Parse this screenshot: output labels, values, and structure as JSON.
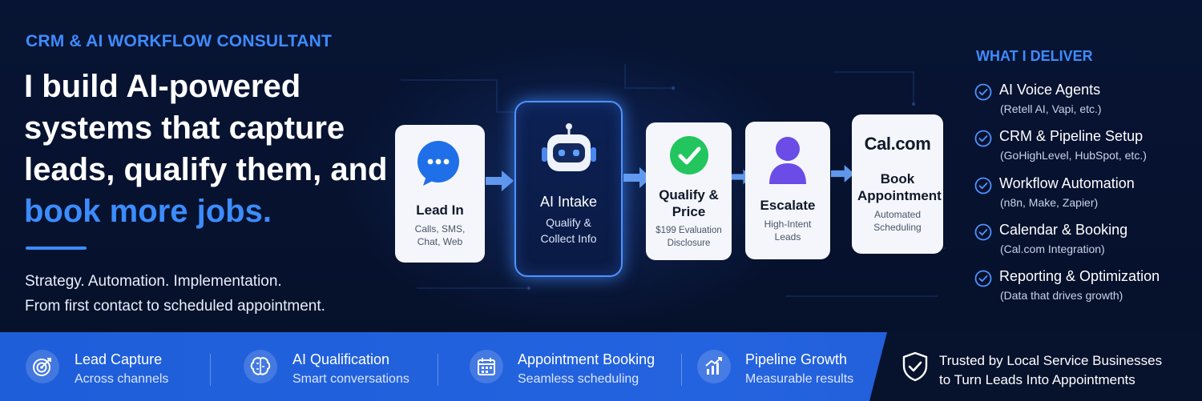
{
  "header": {
    "eyebrow": "CRM & AI WORKFLOW CONSULTANT",
    "headline_part1": "I build AI-powered systems that capture leads, qualify them, and ",
    "headline_accent": "book more jobs.",
    "tagline_line1": "Strategy. Automation. Implementation.",
    "tagline_line2": "From first contact to scheduled appointment."
  },
  "flow": {
    "lead": {
      "title": "Lead In",
      "sub": "Calls, SMS, Chat, Web"
    },
    "ai": {
      "title": "AI Intake",
      "sub": "Qualify & Collect Info"
    },
    "qualify": {
      "title": "Qualify & Price",
      "sub": "$199 Evaluation Disclosure"
    },
    "escalate": {
      "title": "Escalate",
      "sub": "High-Intent Leads"
    },
    "cal": {
      "logo": "Cal.com",
      "title": "Book Appointment",
      "sub": "Automated Scheduling"
    }
  },
  "deliver": {
    "title": "WHAT I DELIVER",
    "items": [
      {
        "title": "AI Voice Agents",
        "sub": "(Retell AI, Vapi, etc.)"
      },
      {
        "title": "CRM & Pipeline Setup",
        "sub": "(GoHighLevel, HubSpot, etc.)"
      },
      {
        "title": "Workflow Automation",
        "sub": "(n8n, Make, Zapier)"
      },
      {
        "title": "Calendar & Booking",
        "sub": "(Cal.com Integration)"
      },
      {
        "title": "Reporting & Optimization",
        "sub": "(Data that drives growth)"
      }
    ]
  },
  "features": [
    {
      "title": "Lead Capture",
      "sub": "Across channels",
      "icon": "target-icon"
    },
    {
      "title": "AI Qualification",
      "sub": "Smart conversations",
      "icon": "brain-icon"
    },
    {
      "title": "Appointment Booking",
      "sub": "Seamless scheduling",
      "icon": "calendar-icon"
    },
    {
      "title": "Pipeline Growth",
      "sub": "Measurable results",
      "icon": "bar-chart-icon"
    }
  ],
  "trust": {
    "line1": "Trusted by Local Service Businesses",
    "line2": "to Turn Leads Into Appointments"
  },
  "colors": {
    "accent": "#3c8cff",
    "background": "#06112b",
    "bar": "#2463df",
    "check_green": "#22c55e",
    "person_purple": "#6b4ce6"
  }
}
